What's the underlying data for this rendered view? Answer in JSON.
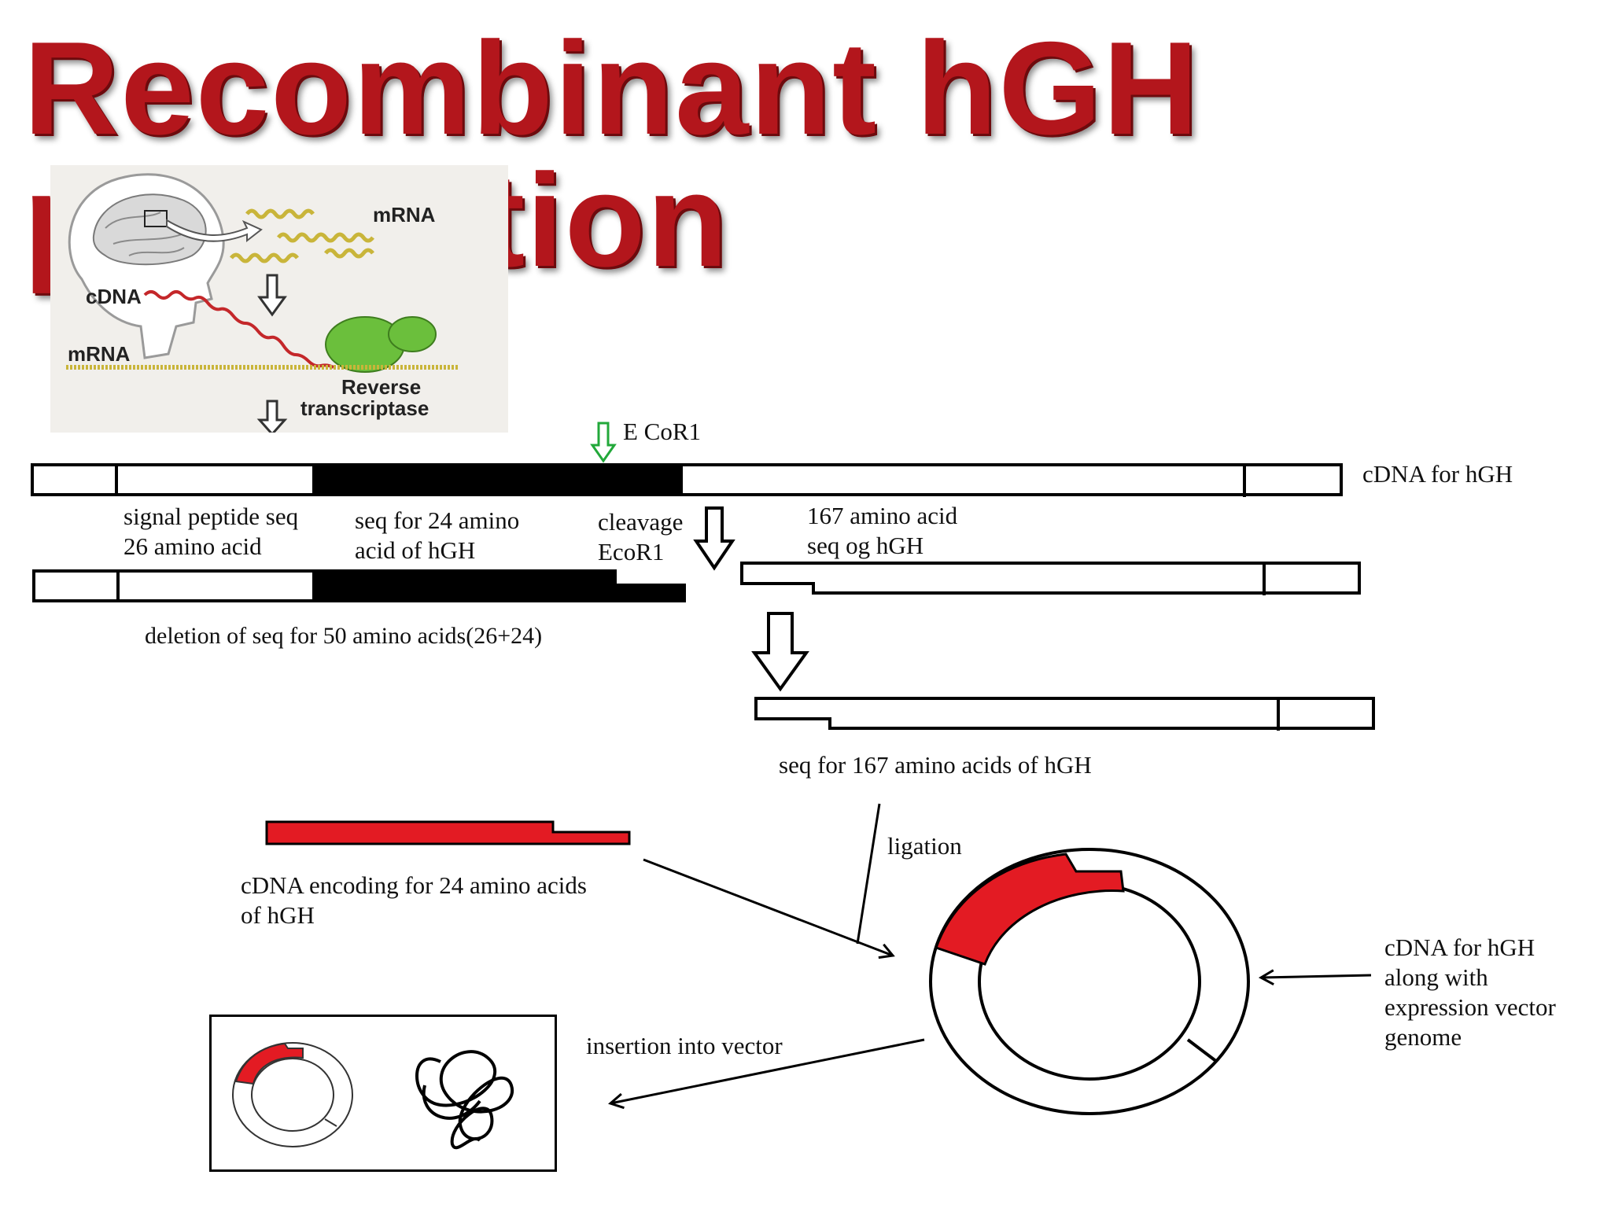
{
  "title": "Recombinant hGH production",
  "colors": {
    "title": "#b3161c",
    "insert": "#e31b23",
    "marker": "#22a83a"
  },
  "panel": {
    "mrna_top": "mRNA",
    "cdna": "cDNA",
    "mrna_bottom": "mRNA",
    "enzyme_line1": "Reverse",
    "enzyme_line2": "transcriptase"
  },
  "labels": {
    "ecor1_site": "E CoR1",
    "cdna_hgh": "cDNA for hGH",
    "signal_line1": "signal peptide seq",
    "signal_line2": "26 amino acid",
    "seq24_line1": "seq for 24 amino",
    "seq24_line2": "acid of hGH",
    "cleavage_line1": "cleavage",
    "cleavage_line2": "EcoR1",
    "aa167_line1": "167 amino acid",
    "aa167_line2": "seq og hGH",
    "deletion": "deletion of seq for 50 amino acids(26+24)",
    "seq167": "seq for 167 amino acids of hGH",
    "ligation": "ligation",
    "cdna24_line1": "cDNA encoding for 24 amino acids",
    "cdna24_line2": "of hGH",
    "vector_line1": "cDNA for hGH",
    "vector_line2": "along with",
    "vector_line3": "expression vector",
    "vector_line4": "genome",
    "insertion": "insertion into vector"
  }
}
